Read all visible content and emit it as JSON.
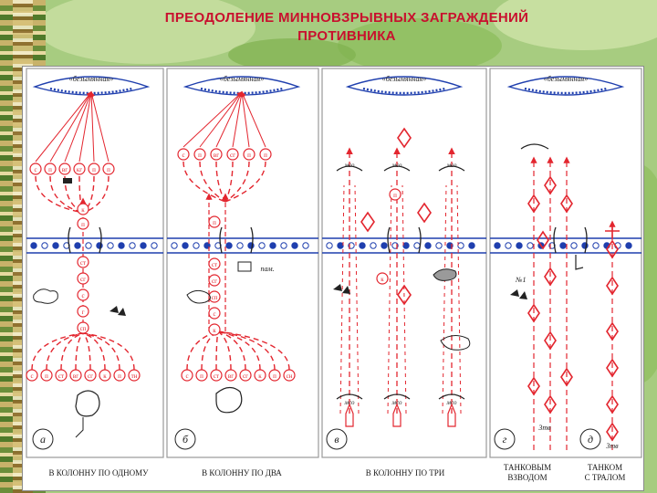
{
  "title": {
    "line1": "ПРЕОДОЛЕНИЕ  МИННОВЗРЫВНЫХ  ЗАГРАЖДЕНИЙ",
    "line2": "ПРОТИВНИКА"
  },
  "hill_label": "«безымянная»",
  "mco_label": "мсо",
  "pam_label": "пам.",
  "n1_label": "№1",
  "panel_letters": [
    "а",
    "б",
    "в",
    "г",
    "д"
  ],
  "tv_label": "3тв",
  "panel_a_top": [
    "с",
    "п",
    "вг",
    "кг",
    "п",
    "п"
  ],
  "panel_a_column": [
    "к",
    "п",
    "ст",
    "сг",
    "с",
    "г",
    "сп"
  ],
  "panel_a_bottom": [
    "с",
    "п",
    "ст",
    "вг",
    "сг",
    "к",
    "п",
    "тн"
  ],
  "panel_b_top": [
    "с",
    "п",
    "вг",
    "сг",
    "п",
    "п"
  ],
  "panel_b_column": [
    "п",
    "ст",
    "сг",
    "сп",
    "с",
    "к"
  ],
  "panel_b_bottom": [
    "с",
    "п",
    "ст",
    "вг",
    "сг",
    "к",
    "п",
    "сн"
  ],
  "captions": {
    "a": "В КОЛОННУ ПО ОДНОМУ",
    "b": "В КОЛОННУ ПО ДВА",
    "c": "В КОЛОННУ ПО ТРИ",
    "d1": "ТАНКОВЫМ",
    "d2": "ВЗВОДОМ",
    "e1": "ТАНКОМ",
    "e2": "С ТРАЛОМ"
  },
  "colors": {
    "title": "#c8102e",
    "red": "#e3262f",
    "blue": "#1f3fae",
    "ink": "#222222"
  }
}
